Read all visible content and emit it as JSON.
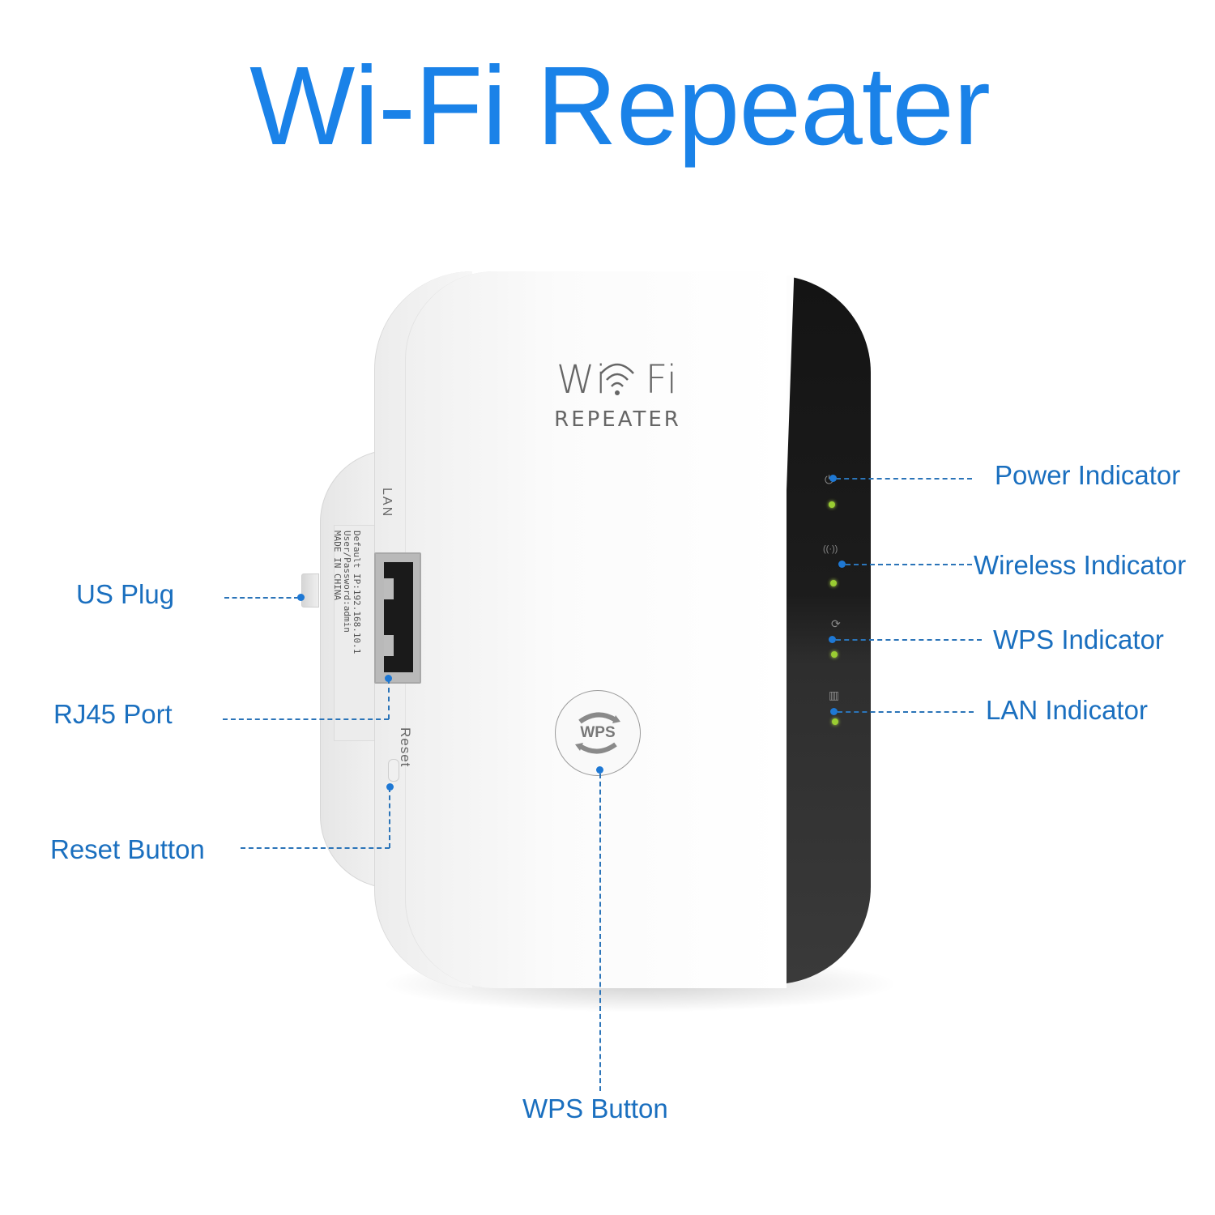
{
  "title": "Wi-Fi Repeater",
  "device": {
    "brand_line1": "Wi Fi",
    "brand_line1_left": "Wi",
    "brand_line1_right": "Fi",
    "brand_line2": "REPEATER",
    "side_labels": {
      "lan": "LAN",
      "reset": "Reset"
    },
    "sticker_lines": [
      "Default IP:192.168.10.1",
      "User/Password:admin",
      "MADE IN CHINA"
    ],
    "wps_button_text": "WPS",
    "indicator_led_color": "#9acd32",
    "indicators": [
      {
        "icon": "power-icon",
        "glyph": "⏻"
      },
      {
        "icon": "wireless-icon",
        "glyph": "((·))"
      },
      {
        "icon": "wps-icon",
        "glyph": "⟳"
      },
      {
        "icon": "lan-icon",
        "glyph": "▥"
      }
    ]
  },
  "callouts": {
    "power_indicator": "Power Indicator",
    "wireless_indicator": "Wireless Indicator",
    "wps_indicator": "WPS Indicator",
    "lan_indicator": "LAN Indicator",
    "us_plug": "US Plug",
    "rj45_port": "RJ45 Port",
    "reset_button": "Reset Button",
    "wps_button": "WPS Button"
  },
  "colors": {
    "title_blue": "#1a82e8",
    "callout_blue": "#1a6fbf",
    "device_black": "#1a1a1a",
    "device_white": "#f7f7f7"
  }
}
